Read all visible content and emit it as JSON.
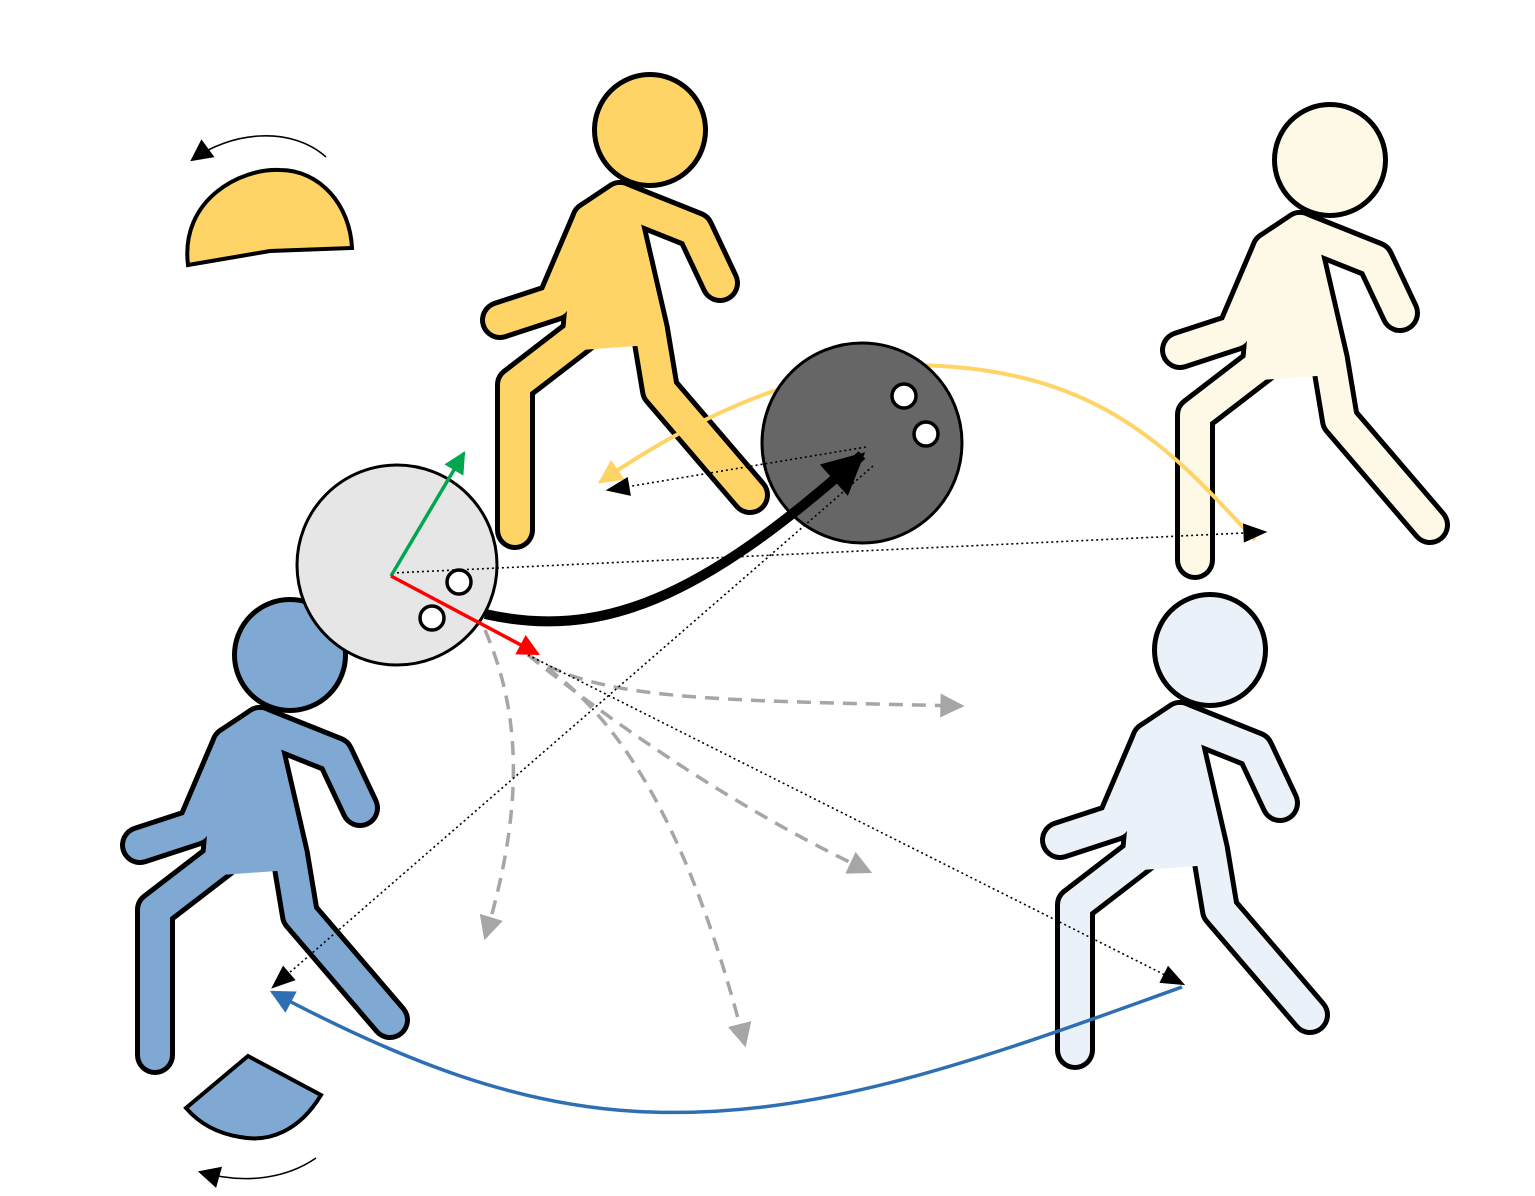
{
  "diagram": {
    "colors": {
      "background": "#ffffff",
      "outline": "#000000",
      "player_yellow": "#ffd467",
      "player_yellow_faded": "#fef8e6",
      "player_blue": "#7fa8d2",
      "player_blue_faded": "#eaf1f8",
      "ball_current": "#e6e6e6",
      "ball_target": "#666666",
      "yellow_arc": "#ffd467",
      "blue_arc": "#2e6fb3",
      "candidate_arrows": "#a6a6a6",
      "axis_green": "#00a650",
      "axis_red": "#ff0000"
    },
    "elements": {
      "players": [
        {
          "name": "yellow-player",
          "team": "yellow",
          "faded": false
        },
        {
          "name": "yellow-player-faded",
          "team": "yellow",
          "faded": true
        },
        {
          "name": "blue-player",
          "team": "blue",
          "faded": false
        },
        {
          "name": "blue-player-faded",
          "team": "blue",
          "faded": true
        }
      ],
      "balls": [
        {
          "name": "ball-current",
          "role": "current"
        },
        {
          "name": "ball-target",
          "role": "target"
        }
      ],
      "sectors": [
        {
          "name": "yellow-sector",
          "team": "yellow",
          "rotation": "counter-clockwise"
        },
        {
          "name": "blue-sector",
          "team": "blue",
          "rotation": "counter-clockwise"
        }
      ],
      "arrows": [
        {
          "name": "ball-trajectory-arrow",
          "style": "thick solid"
        },
        {
          "name": "yellow-return-arc",
          "style": "solid"
        },
        {
          "name": "blue-return-arc",
          "style": "solid"
        },
        {
          "name": "candidate-direction-arrows",
          "style": "dashed",
          "count": 5
        },
        {
          "name": "relative-position-arrows",
          "style": "dotted",
          "count": 5
        },
        {
          "name": "local-frame-axes",
          "axes": [
            "green",
            "red"
          ]
        }
      ]
    }
  }
}
